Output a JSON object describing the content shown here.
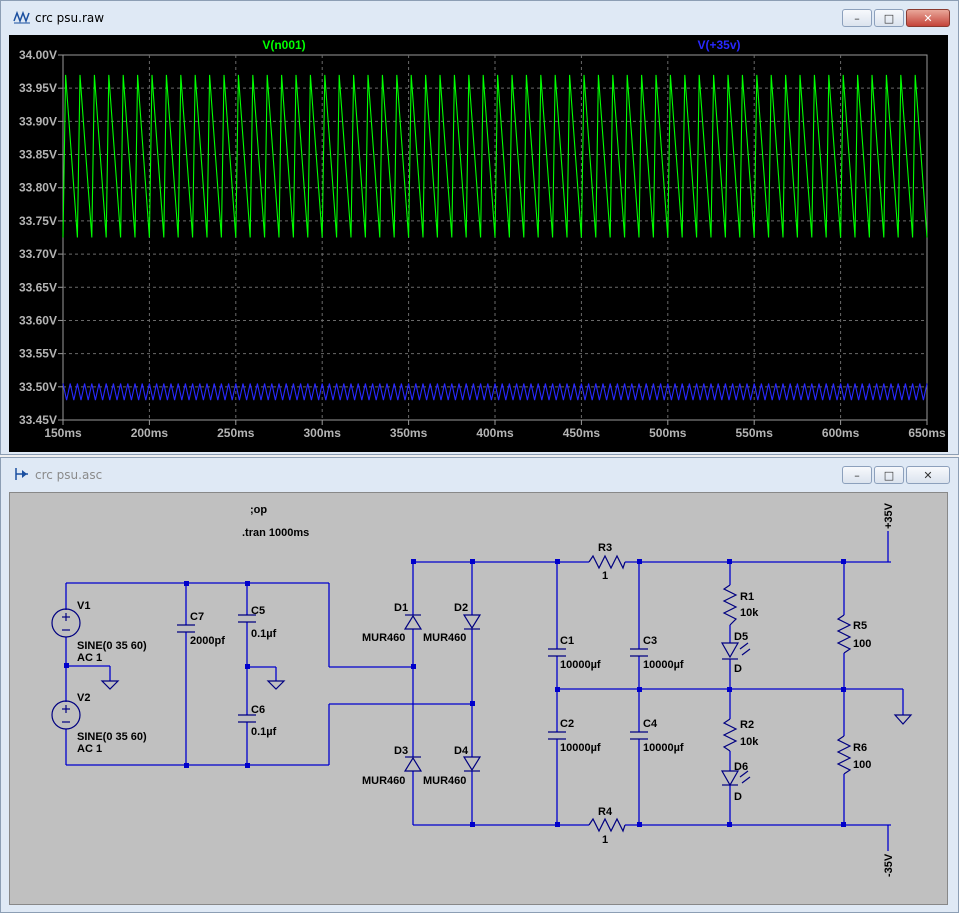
{
  "waveform_window": {
    "title": "crc psu.raw",
    "traces": [
      {
        "name": "V(n001)",
        "color": "#00ff00"
      },
      {
        "name": "V(+35v)",
        "color": "#2828ff"
      }
    ],
    "y_axis_labels": [
      "34.00V",
      "33.95V",
      "33.90V",
      "33.85V",
      "33.80V",
      "33.75V",
      "33.70V",
      "33.65V",
      "33.60V",
      "33.55V",
      "33.50V",
      "33.45V"
    ],
    "x_axis_labels": [
      "150ms",
      "200ms",
      "250ms",
      "300ms",
      "350ms",
      "400ms",
      "450ms",
      "500ms",
      "550ms",
      "600ms",
      "650ms"
    ]
  },
  "chart_data": {
    "type": "line",
    "xlabel": "",
    "ylabel": "",
    "xlim": [
      150,
      650
    ],
    "ylim": [
      33.45,
      34.0
    ],
    "x_unit": "ms",
    "y_unit": "V",
    "grid": true,
    "series": [
      {
        "name": "V(n001)",
        "color": "#00ff00",
        "waveform": "sawtooth",
        "period_ms": 8.333,
        "min": 33.725,
        "max": 33.97
      },
      {
        "name": "V(+35v)",
        "color": "#2828ff",
        "waveform": "ripple",
        "period_ms": 8.333,
        "min": 33.48,
        "max": 33.505
      }
    ]
  },
  "schematic_window": {
    "title": "crc psu.asc",
    "directives": [
      ";op",
      ".tran 1000ms"
    ],
    "components": {
      "V1": {
        "ref": "V1",
        "value": "SINE(0 35 60)",
        "ac": "AC 1"
      },
      "V2": {
        "ref": "V2",
        "value": "SINE(0 35 60)",
        "ac": "AC 1"
      },
      "C7": {
        "ref": "C7",
        "value": "2000pf"
      },
      "C5": {
        "ref": "C5",
        "value": "0.1µf"
      },
      "C6": {
        "ref": "C6",
        "value": "0.1µf"
      },
      "D1": {
        "ref": "D1",
        "value": "MUR460"
      },
      "D2": {
        "ref": "D2",
        "value": "MUR460"
      },
      "D3": {
        "ref": "D3",
        "value": "MUR460"
      },
      "D4": {
        "ref": "D4",
        "value": "MUR460"
      },
      "C1": {
        "ref": "C1",
        "value": "10000µf"
      },
      "C2": {
        "ref": "C2",
        "value": "10000µf"
      },
      "C3": {
        "ref": "C3",
        "value": "10000µf"
      },
      "C4": {
        "ref": "C4",
        "value": "10000µf"
      },
      "R3": {
        "ref": "R3",
        "value": "1"
      },
      "R4": {
        "ref": "R4",
        "value": "1"
      },
      "R1": {
        "ref": "R1",
        "value": "10k"
      },
      "R2": {
        "ref": "R2",
        "value": "10k"
      },
      "D5": {
        "ref": "D5",
        "value": "D"
      },
      "D6": {
        "ref": "D6",
        "value": "D"
      },
      "R5": {
        "ref": "R5",
        "value": "100"
      },
      "R6": {
        "ref": "R6",
        "value": "100"
      }
    },
    "net_labels": {
      "pos": "+35V",
      "neg": "-35V"
    }
  },
  "window_buttons": {
    "minimize": "–",
    "maximize": "□",
    "close": "✕"
  }
}
